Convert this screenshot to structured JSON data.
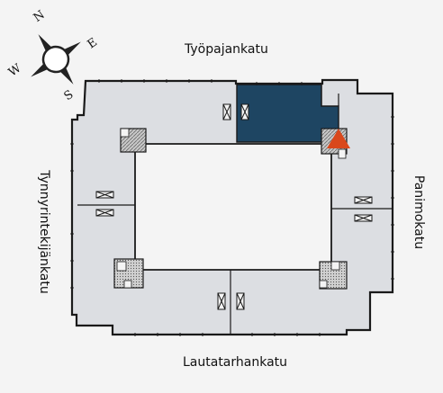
{
  "streets": {
    "north": "Työpajankatu",
    "south": "Lautatarhankatu",
    "west": "Tynnyrintekijänkatu",
    "east": "Panimokatu"
  },
  "compass": {
    "n": "N",
    "e": "E",
    "s": "S",
    "w": "W"
  },
  "colors": {
    "floor": "#dcdee2",
    "walls": "#1a1a1a",
    "highlight_space": "#1e4562",
    "location_marker": "#d9481c",
    "background": "#f4f4f4"
  },
  "icons": {
    "compass": "compass-rose-icon",
    "marker": "you-are-here-triangle-icon",
    "stairs": "stairwell-icon",
    "elevator": "elevator-icon"
  }
}
